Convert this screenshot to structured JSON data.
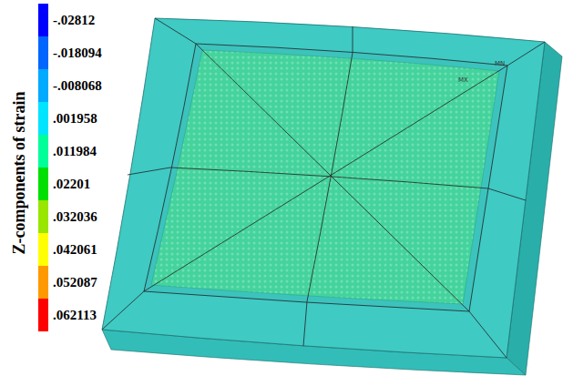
{
  "diagram": {
    "labels": [
      "Z-components of strain",
      "MX",
      "MN"
    ],
    "legend": [
      {
        "text": "-.02812",
        "color": "#0000ff"
      },
      {
        "text": "-.018094",
        "color": "#0066ff"
      },
      {
        "text": "-.008068",
        "color": "#00aaff"
      },
      {
        "text": ".001958",
        "color": "#00e5ff"
      },
      {
        "text": ".011984",
        "color": "#00ff99"
      },
      {
        "text": ".02201",
        "color": "#00e000"
      },
      {
        "text": ".032036",
        "color": "#99e600"
      },
      {
        "text": ".042061",
        "color": "#ffff00"
      },
      {
        "text": ".052087",
        "color": "#ff9900"
      },
      {
        "text": ".062113",
        "color": "#ff0000"
      }
    ]
  }
}
